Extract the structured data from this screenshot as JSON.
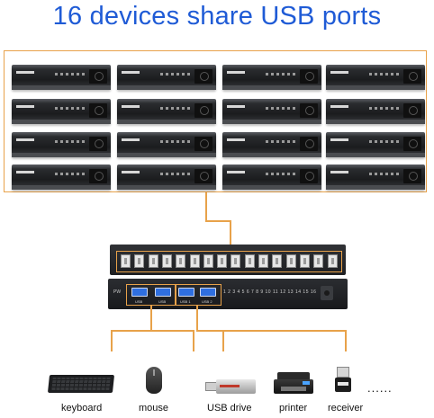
{
  "title": "16 devices share USB ports",
  "colors": {
    "title": "#1f5bd6",
    "connector": "#e8a24a",
    "usb3_port": "#2f6fe0"
  },
  "devices": {
    "count": 16,
    "rows": 4,
    "columns": 4,
    "icon": "dvr-recorder-icon"
  },
  "hub": {
    "top_port_count": 16,
    "power_label": "PW",
    "channel_numbers": "1 2 3 4 5 6 7 8 9 10 11 12 13 14 15 16",
    "port_labels": [
      "USB",
      "USB",
      "USB 1",
      "USB 2"
    ]
  },
  "peripherals": [
    {
      "label": "keyboard",
      "icon": "keyboard-icon"
    },
    {
      "label": "mouse",
      "icon": "mouse-icon"
    },
    {
      "label": "USB drive",
      "icon": "usb-drive-icon"
    },
    {
      "label": "printer",
      "icon": "printer-icon"
    },
    {
      "label": "receiver",
      "icon": "usb-receiver-icon"
    }
  ],
  "more_indicator": "......"
}
